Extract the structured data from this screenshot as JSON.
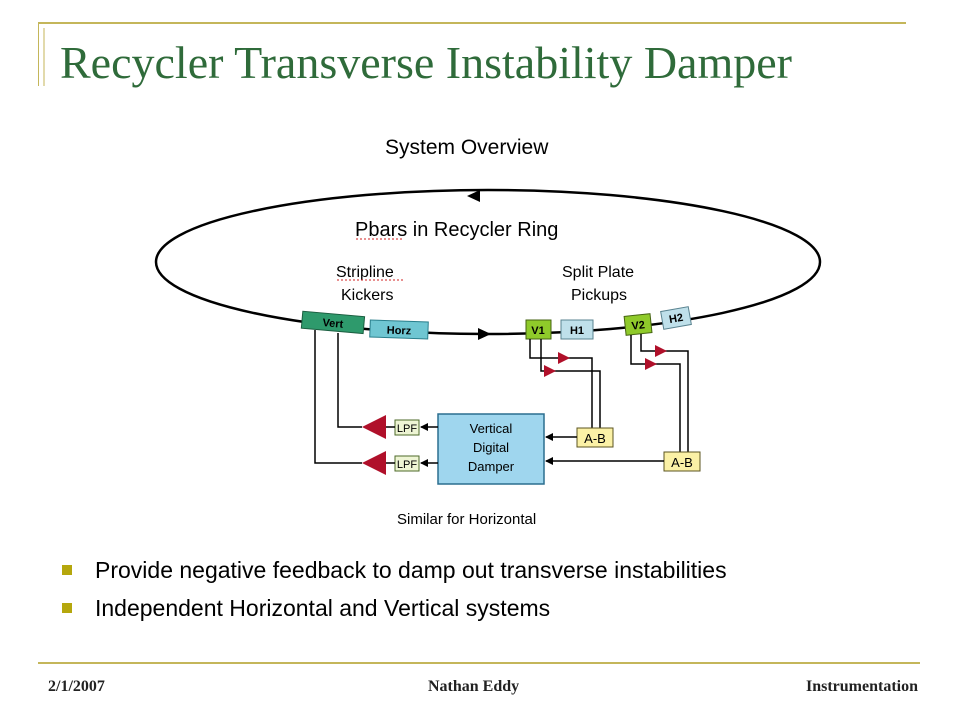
{
  "slide": {
    "title": "Recycler Transverse Instability Damper"
  },
  "diagram": {
    "heading": "System Overview",
    "ring_label": "Pbars in Recycler Ring",
    "kickers_label_line1": "Stripline",
    "kickers_label_line2": "Kickers",
    "pickups_label_line1": "Split Plate",
    "pickups_label_line2": "Pickups",
    "vert_kicker": "Vert",
    "horz_kicker": "Horz",
    "pickup_v1": "V1",
    "pickup_h1": "H1",
    "pickup_v2": "V2",
    "pickup_h2": "H2",
    "lpf_1": "LPF",
    "lpf_2": "LPF",
    "ab_1": "A-B",
    "ab_2": "A-B",
    "damper_line1": "Vertical",
    "damper_line2": "Digital",
    "damper_line3": "Damper",
    "caption": "Similar for Horizontal",
    "colors": {
      "kicker_fill": "#2e9a6c",
      "horz_fill": "#6fc6d2",
      "pickup_v_fill": "#8fca2a",
      "pickup_h_fill": "#bfe0ea",
      "lpf_fill": "#eef5d4",
      "ab_fill": "#fbf1a6",
      "damper_fill": "#9fd6ee",
      "amp_fill": "#b0102a"
    }
  },
  "bullets": [
    "Provide negative feedback to damp out transverse instabilities",
    "Independent Horizontal and Vertical systems"
  ],
  "footer": {
    "date": "2/1/2007",
    "author": "Nathan Eddy",
    "department": "Instrumentation"
  },
  "theme": {
    "title_color": "#2f6b3a",
    "accent_color": "#b5a70d"
  }
}
